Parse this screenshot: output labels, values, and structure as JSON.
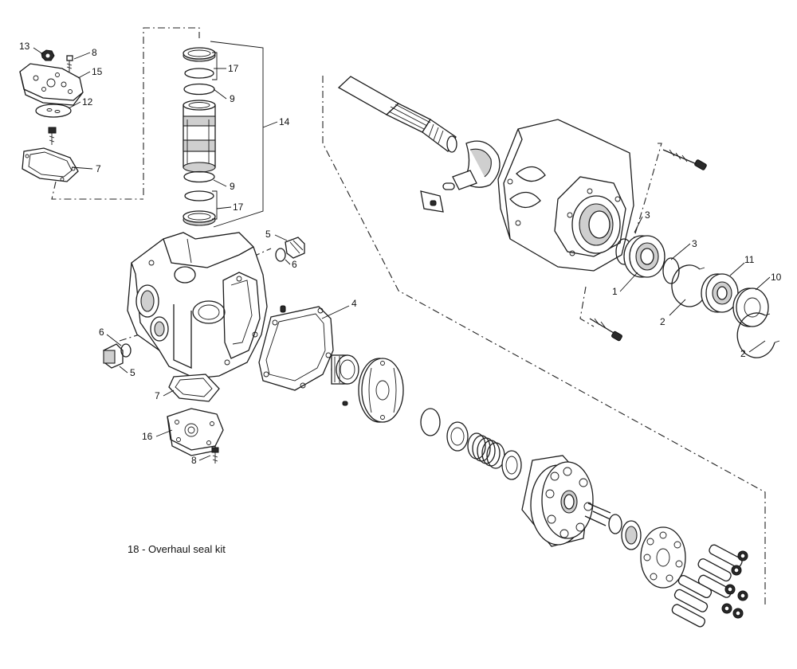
{
  "callouts": {
    "c1": "1",
    "c2a": "2",
    "c2b": "2",
    "c3a": "3",
    "c3b": "3",
    "c4": "4",
    "c5a": "5",
    "c5b": "5",
    "c6a": "6",
    "c6b": "6",
    "c7a": "7",
    "c7b": "7",
    "c8a": "8",
    "c8b": "8",
    "c9a": "9",
    "c9b": "9",
    "c10": "10",
    "c11": "11",
    "c12": "12",
    "c13": "13",
    "c14": "14",
    "c15": "15",
    "c16": "16",
    "c17a": "17",
    "c17b": "17"
  },
  "note": "18 - Overhaul seal kit"
}
